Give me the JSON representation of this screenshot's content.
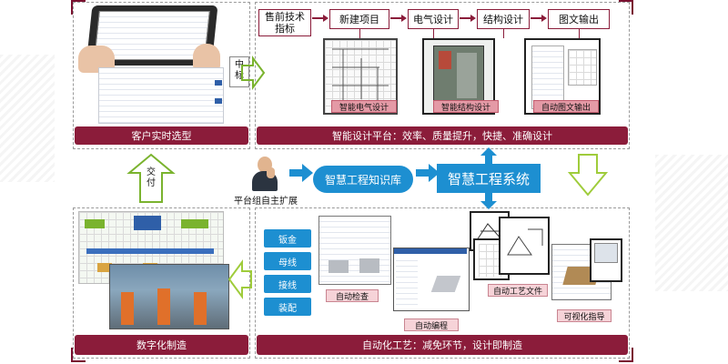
{
  "top_flow": {
    "presales": "售前技术指标",
    "steps": [
      "新建项目",
      "电气设计",
      "结构设计",
      "图文输出"
    ]
  },
  "design_labels": {
    "electrical": "智能电气设计",
    "structural": "智能结构设计",
    "docs": "自动图文输出"
  },
  "bars": {
    "customer": "客户实时选型",
    "design_platform": "智能设计平台：效率、质量提升，快捷、准确设计",
    "manufacturing": "数字化制造",
    "automation": "自动化工艺：减免环节，设计即制造"
  },
  "vertical_labels": {
    "bid": "中标",
    "delivery": "交付"
  },
  "center": {
    "platform_team": "平台组自主扩展",
    "knowledge_base": "智慧工程知识库",
    "system": "智慧工程系统"
  },
  "processes": [
    "钣金",
    "母线",
    "接线",
    "装配"
  ],
  "auto_labels": {
    "check": "自动检查",
    "programming": "自动编程",
    "process_docs": "自动工艺文件",
    "visual_guide": "可视化指导"
  },
  "colors": {
    "accent": "#8b1c3a",
    "blue": "#1d8fd1",
    "green_arrow": "#9fcc3b"
  }
}
